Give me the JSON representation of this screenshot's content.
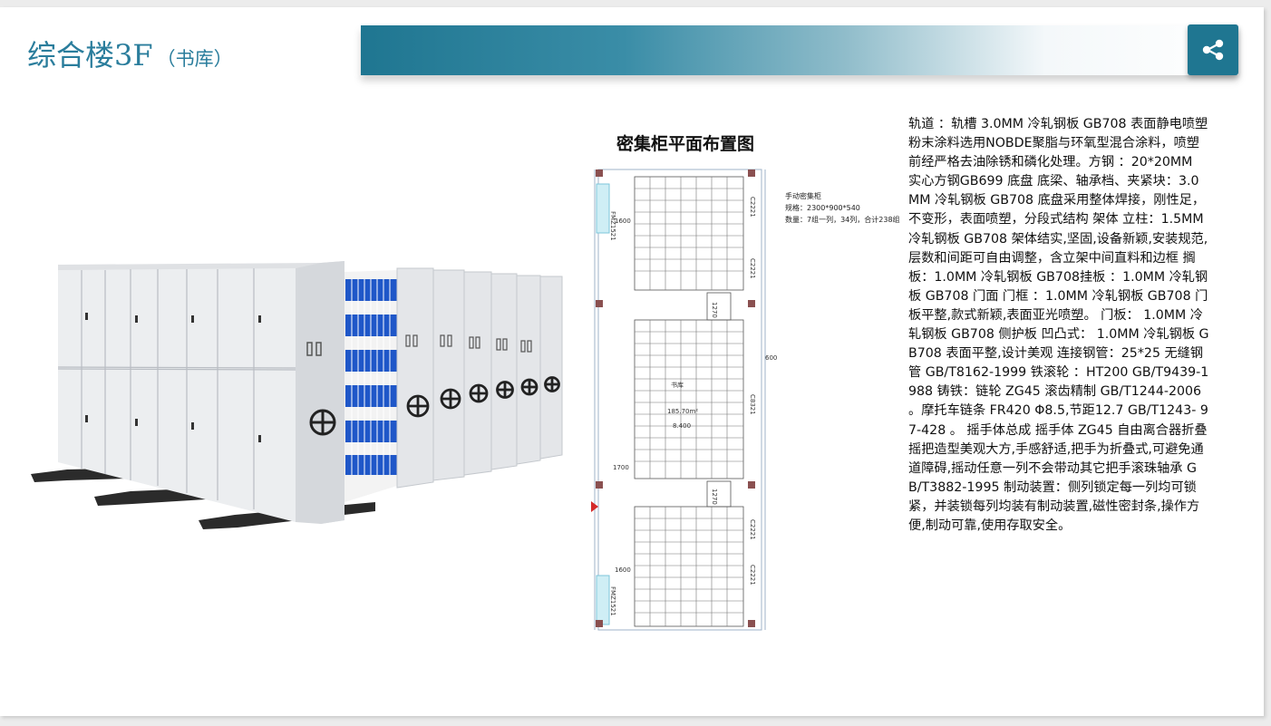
{
  "header": {
    "title": "综合楼3F",
    "subtitle": "（书库）",
    "share_icon": "share-icon",
    "accent_color": "#1f7691"
  },
  "plan": {
    "title": "密集柜平面布置图",
    "legend": [
      "手动密集柜",
      "规格：2300*900*540",
      "数量：7组一列，34列，合计238组"
    ],
    "labels": [
      "FMZ1521",
      "FMZ1521",
      "C2221",
      "C2221",
      "C2221",
      "C2221",
      "C8321",
      "1600",
      "1600",
      "1270",
      "1270",
      "1700",
      "600",
      "书库",
      "185.70m²",
      "8.400"
    ]
  },
  "description": "轨道 ：轨槽 3.0MM 冷轧钢板 GB708 表面静电喷塑粉末涂料选用NOBDE聚脂与环氧型混合涂料，喷塑前经严格去油除锈和磷化处理。方钢 ：20*20MM 实心方钢GB699 底盘 底梁、轴承档、夹紧块：3.0MM 冷轧钢板 GB708 底盘采用整体焊接，刚性足，不变形，表面喷塑，分段式结构 架体 立柱：1.5MM 冷轧钢板 GB708 架体结实,坚固,设备新颖,安装规范,层数和间距可自由调整，含立架中间直料和边框 搁板：1.0MM 冷轧钢板 GB708挂板 ：1.0MM 冷轧钢板 GB708 门面 门框 ：1.0MM 冷轧钢板 GB708 门板平整,款式新颖,表面亚光喷塑。 门板： 1.0MM 冷轧钢板 GB708 侧护板 凹凸式： 1.0MM 冷轧钢板 GB708 表面平整,设计美观 连接钢管：25*25 无缝钢管 GB/T8162-1999 铁滚轮 ：HT200 GB/T9439-1988 铸铁：链轮 ZG45 滚齿精制 GB/T1244-2006 。摩托车链条 FR420 Φ8.5,节距12.7 GB/T1243- 97-428 。 摇手体总成 摇手体 ZG45 自由离合器折叠摇把造型美观大方,手感舒适,把手为折叠式,可避免通道障碍,摇动任意一列不会带动其它把手滚珠轴承 GB/T3882-1995 制动装置：侧列锁定每一列均可锁紧，并装锁每列均装有制动装置,磁性密封条,操作方便,制动可靠,使用存取安全。"
}
